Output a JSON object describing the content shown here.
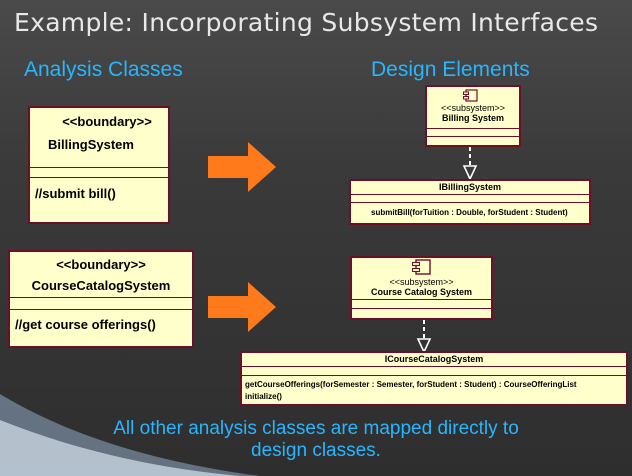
{
  "title": "Example: Incorporating Subsystem Interfaces",
  "headings": {
    "analysis": "Analysis Classes",
    "design": "Design Elements"
  },
  "analysis_classes": [
    {
      "stereotype": "<<boundary>>",
      "name": "BillingSystem",
      "operation": "//submit bill()"
    },
    {
      "stereotype": "<<boundary>>",
      "name": "CourseCatalogSystem",
      "operation": "//get course offerings()"
    }
  ],
  "subsystems": [
    {
      "stereotype": "<<subsystem>>",
      "name": "Billing System"
    },
    {
      "stereotype": "<<subsystem>>",
      "name": "Course Catalog System"
    }
  ],
  "interfaces": [
    {
      "name": "IBillingSystem",
      "operations": [
        "submitBill(forTuition : Double, forStudent : Student)"
      ]
    },
    {
      "name": "ICourseCatalogSystem",
      "operations": [
        "getCourseOfferings(forSemester : Semester, forStudent : Student) : CourseOfferingList",
        "initialize()"
      ]
    }
  ],
  "footer": {
    "line1": "All other analysis classes are mapped directly to",
    "line2": "design classes."
  },
  "colors": {
    "heading": "#27b6ff",
    "uml_fill": "#ffffcc",
    "uml_border": "#6e0f2a",
    "arrow": "#ff7a1a"
  }
}
